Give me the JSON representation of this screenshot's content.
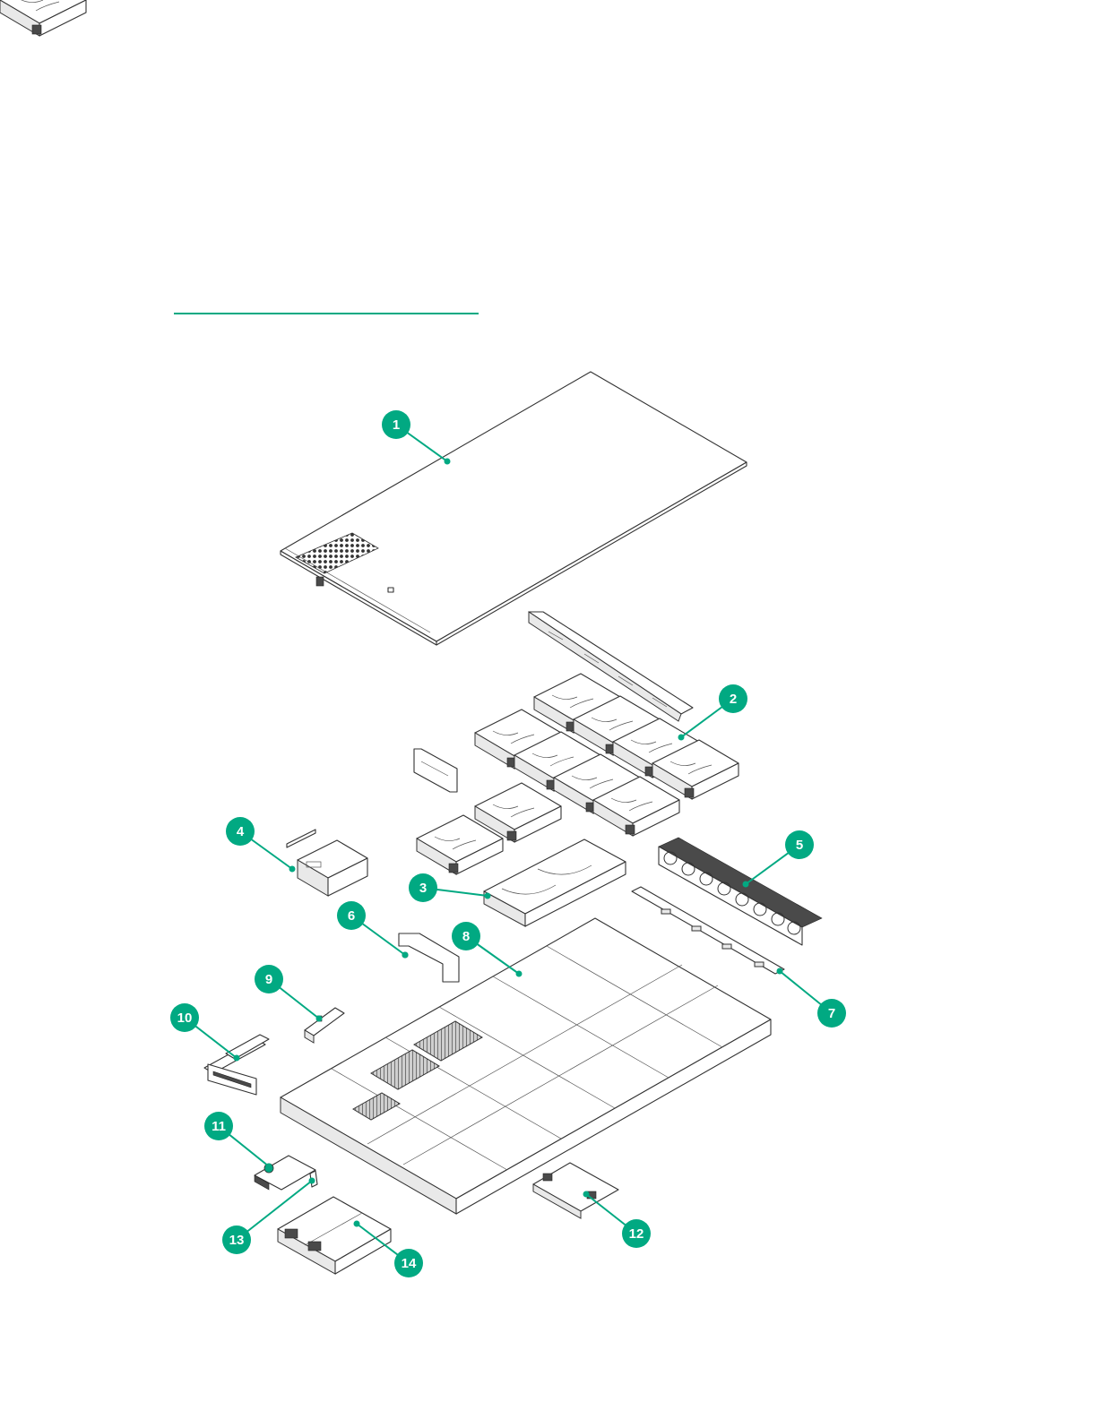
{
  "colors": {
    "accent": "#01a982",
    "line": "#333333",
    "background": "#ffffff"
  },
  "callouts": [
    {
      "number": "1"
    },
    {
      "number": "2"
    },
    {
      "number": "3"
    },
    {
      "number": "4"
    },
    {
      "number": "5"
    },
    {
      "number": "6"
    },
    {
      "number": "7"
    },
    {
      "number": "8"
    },
    {
      "number": "9"
    },
    {
      "number": "10"
    },
    {
      "number": "11"
    },
    {
      "number": "12"
    },
    {
      "number": "13"
    },
    {
      "number": "14"
    }
  ]
}
